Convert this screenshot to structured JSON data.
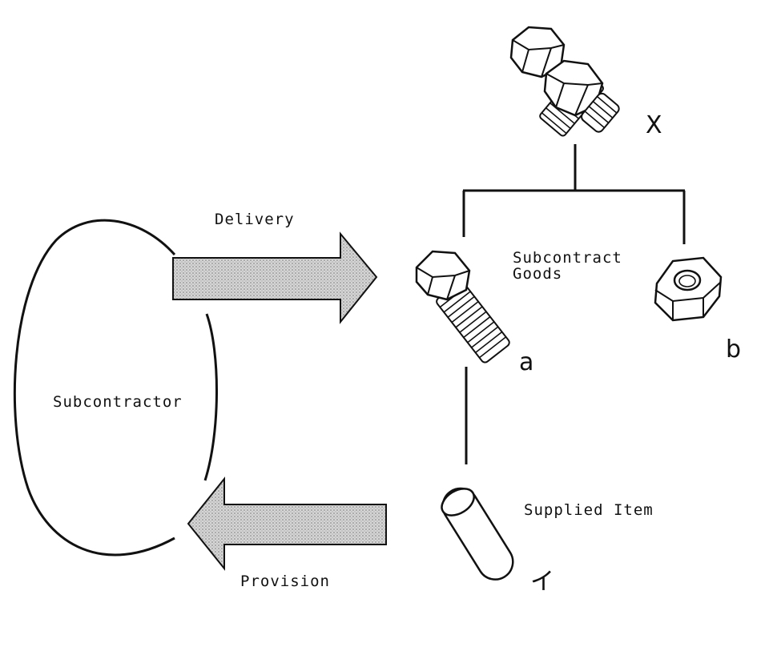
{
  "labels": {
    "delivery": "Delivery",
    "provision": "Provision",
    "subcontractor": "Subcontractor",
    "subcontract_goods_line1": "Subcontract",
    "subcontract_goods_line2": "Goods",
    "supplied_item": "Supplied Item",
    "x": "X",
    "a": "a",
    "b": "b",
    "i": "イ"
  },
  "colors": {
    "ink": "#111111",
    "arrow_fill": "#c8c8c8",
    "background": "#ffffff"
  },
  "icons": {
    "assembly": "bolt-nut-assembly-icon",
    "bolt": "bolt-icon",
    "nut": "hex-nut-icon",
    "rod": "cylinder-rod-icon"
  }
}
